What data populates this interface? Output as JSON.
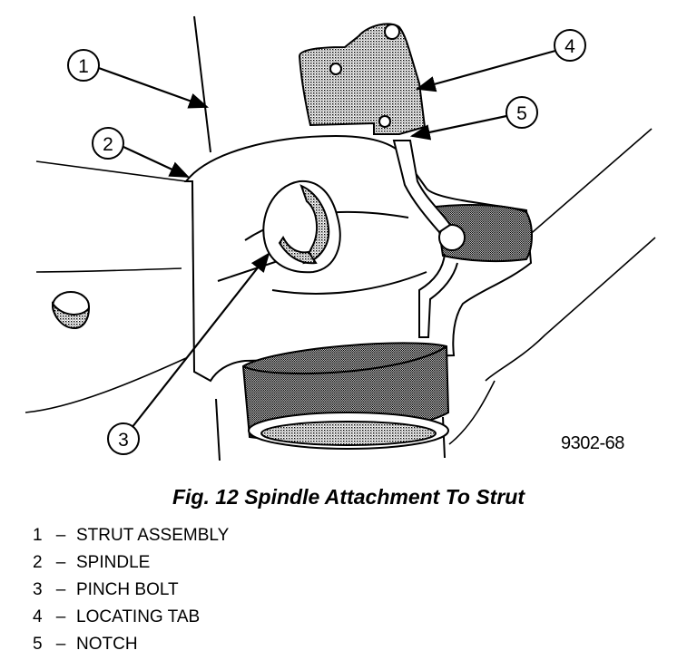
{
  "callouts": [
    "1",
    "2",
    "3",
    "4",
    "5"
  ],
  "figure_number": "9302-68",
  "caption": "Fig. 12 Spindle Attachment To Strut",
  "legend": [
    {
      "num": "1",
      "dash": "–",
      "label": "STRUT ASSEMBLY"
    },
    {
      "num": "2",
      "dash": "–",
      "label": "SPINDLE"
    },
    {
      "num": "3",
      "dash": "–",
      "label": "PINCH BOLT"
    },
    {
      "num": "4",
      "dash": "–",
      "label": "LOCATING TAB"
    },
    {
      "num": "5",
      "dash": "–",
      "label": "NOTCH"
    }
  ]
}
